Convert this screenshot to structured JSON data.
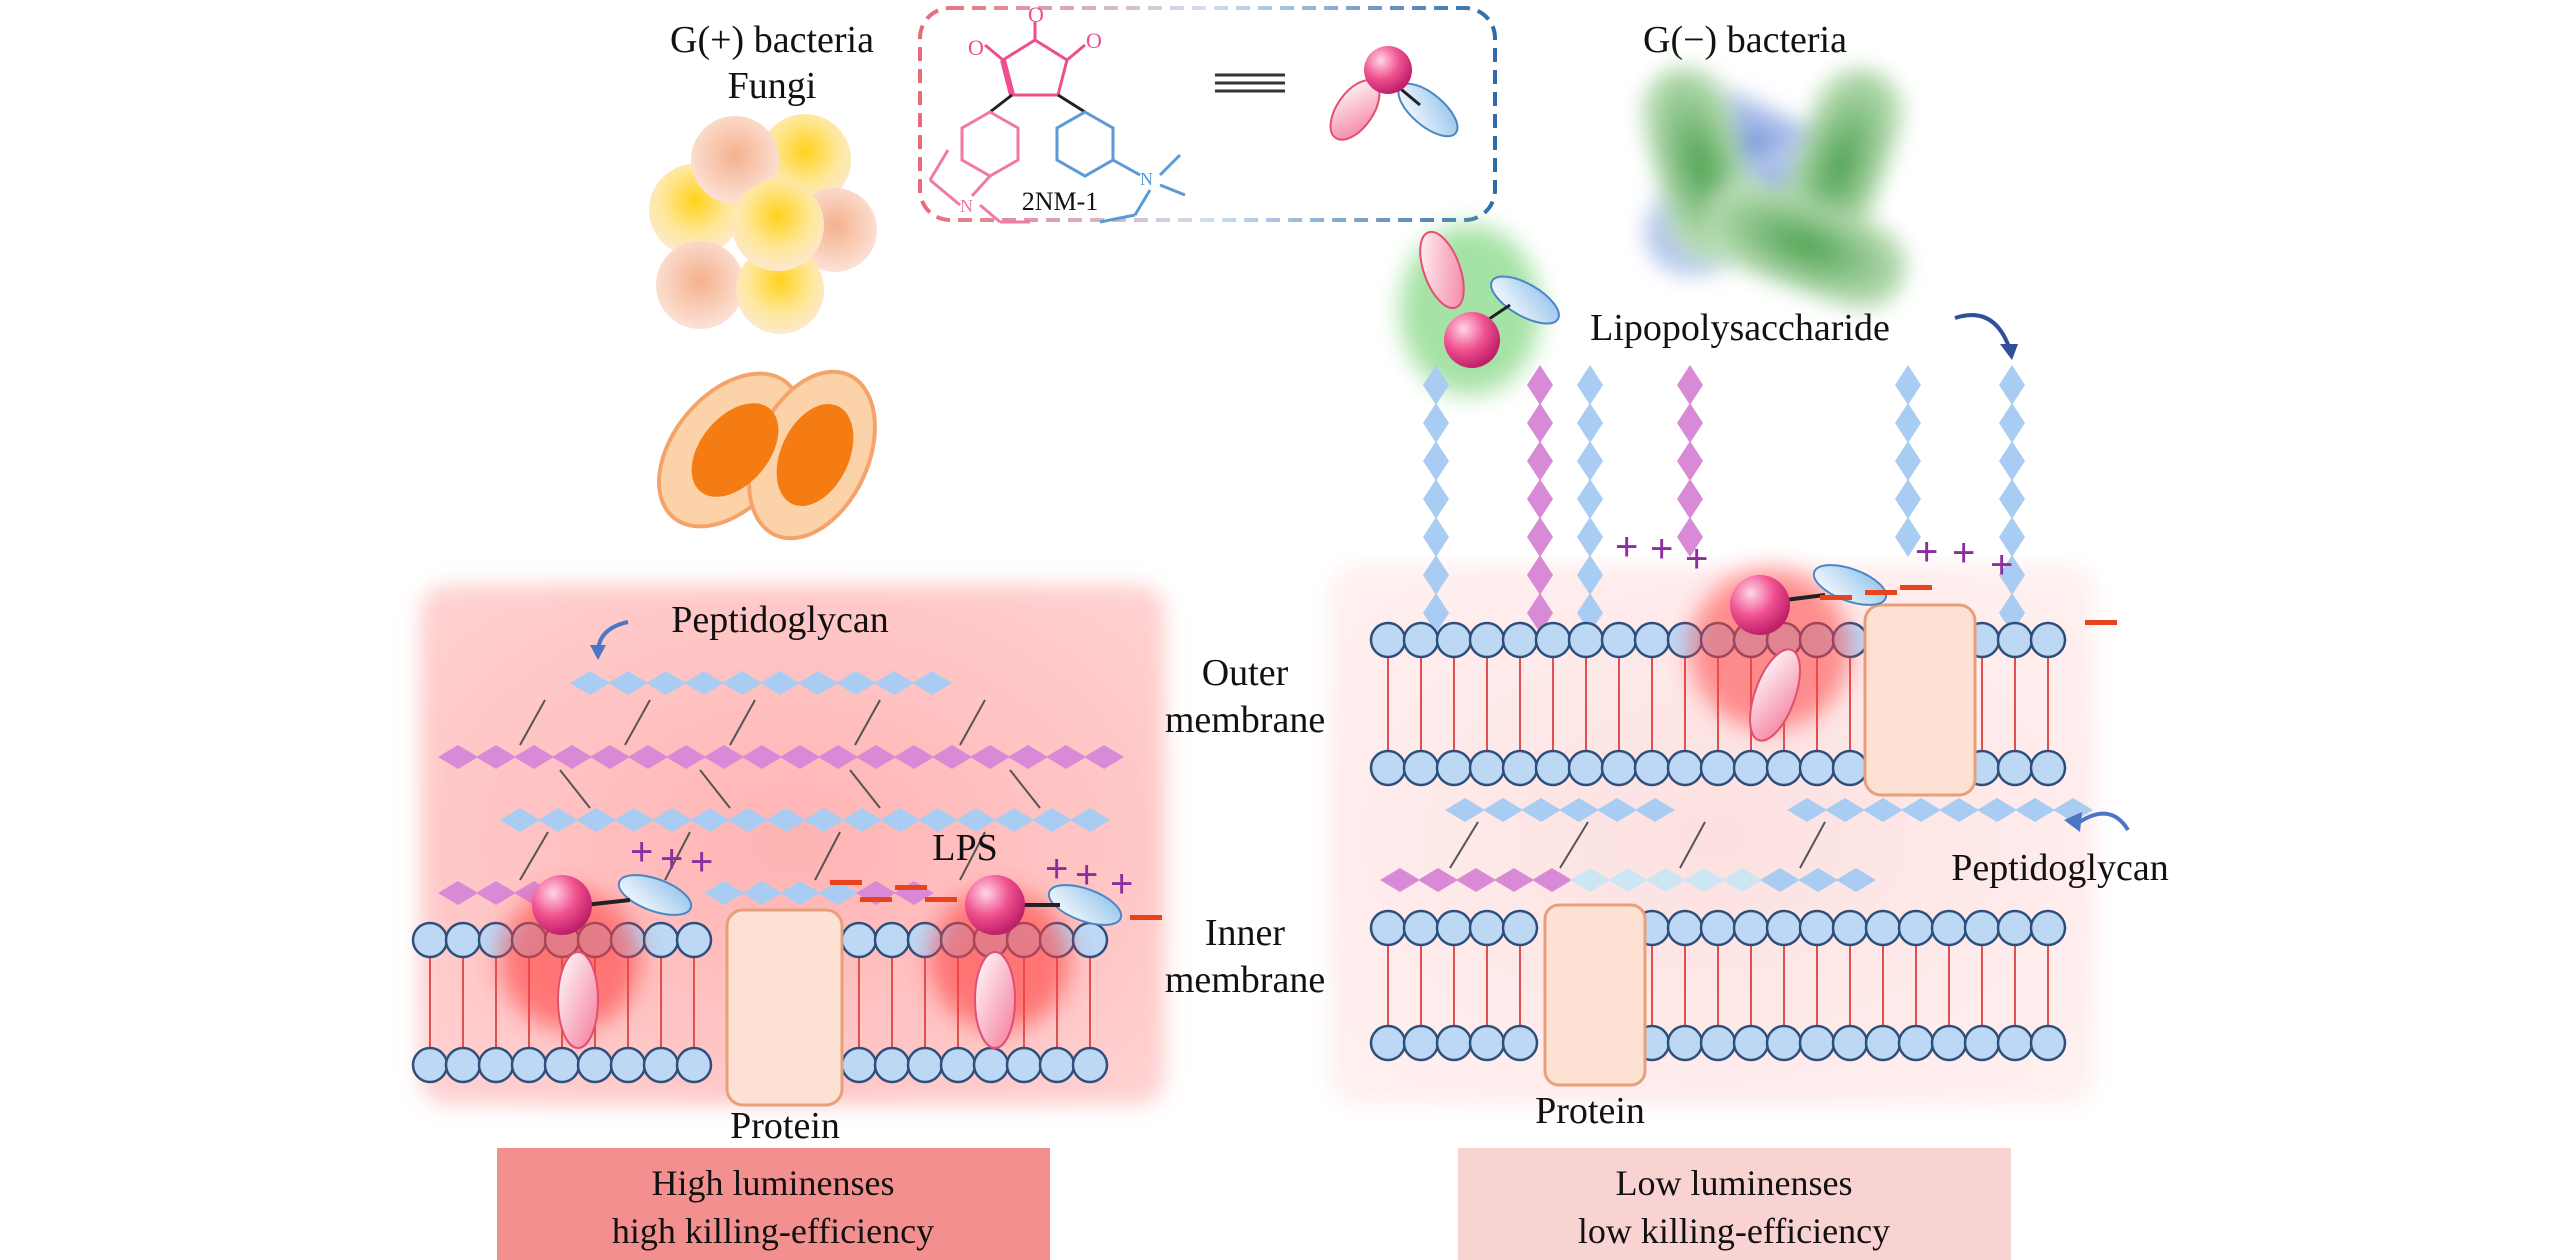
{
  "labels": {
    "gpos_line1": "G(+) bacteria",
    "gpos_line2": "Fungi",
    "gneg": "G(−) bacteria",
    "molecule": "2NM-1",
    "lipopolysaccharide": "Lipopolysaccharide",
    "peptidoglycan_left": "Peptidoglycan",
    "peptidoglycan_right": "Peptidoglycan",
    "lps": "LPS",
    "outer_line1": "Outer",
    "outer_line2": "membrane",
    "inner_line1": "Inner",
    "inner_line2": "membrane",
    "protein_left": "Protein",
    "protein_right": "Protein",
    "left_result_line1": "High luminenses",
    "left_result_line2": "high killing-efficiency",
    "right_result_line1": "Low luminenses",
    "right_result_line2": "low killing-efficiency",
    "plus": "+"
  },
  "colors": {
    "membrane_fill": "#bcd8f5",
    "membrane_stroke": "#2f4f7a",
    "pink_diamond": "#d98ad6",
    "blue_diamond": "#a9cdf2",
    "left_box": "#f48f8f",
    "right_box": "#f9d2d2",
    "glow": "#ff3030",
    "charge_minus": "#e8431a",
    "charge_plus": "#8b2fa0",
    "protein": "#fde2d4",
    "molecule_pink": "#ee4d8e",
    "molecule_blue": "#4a86c5"
  }
}
